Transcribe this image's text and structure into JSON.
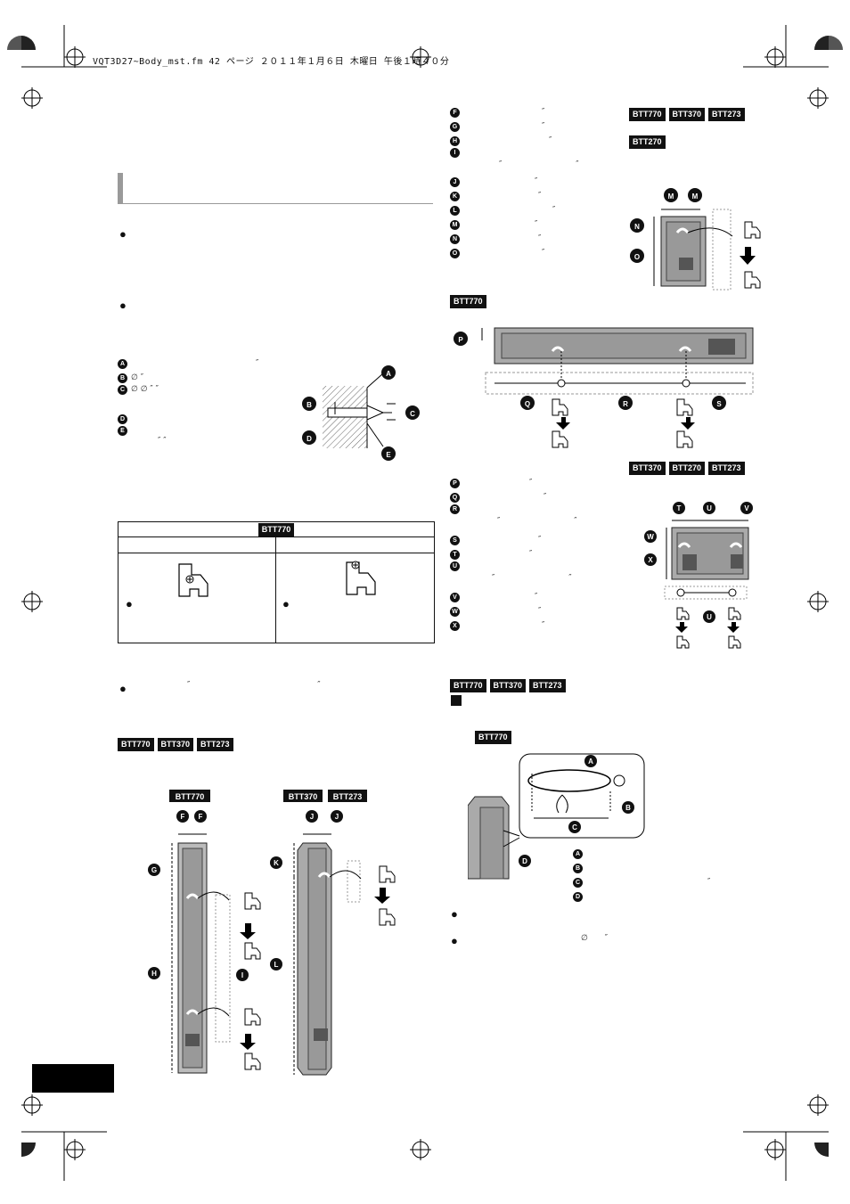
{
  "header": {
    "file_line": "VQT3D27~Body_mst.fm  42 ページ  ２０１１年１月６日  木曜日  午後１時４０分"
  },
  "model_tags": {
    "btt770": "BTT770",
    "btt370": "BTT370",
    "btt273": "BTT273",
    "btt270": "BTT270"
  },
  "screw_labels": [
    {
      "key": "A",
      "text": "″"
    },
    {
      "key": "B",
      "text": "∅  ″"
    },
    {
      "key": "C",
      "text": "∅  ∅ ″ ″"
    },
    {
      "key": "D",
      "text": ""
    },
    {
      "key": "E",
      "text": "″ ″"
    }
  ],
  "speaker_labels": [
    {
      "key": "F",
      "text": "″"
    },
    {
      "key": "G",
      "text": "″"
    },
    {
      "key": "H",
      "text": "″"
    },
    {
      "key": "I",
      "text": "″ ″"
    },
    {
      "key": "J",
      "text": "″"
    },
    {
      "key": "K",
      "text": "″"
    },
    {
      "key": "L",
      "text": "″"
    },
    {
      "key": "M",
      "text": "″"
    },
    {
      "key": "N",
      "text": "″"
    },
    {
      "key": "O",
      "text": "″"
    }
  ],
  "sub_labels": [
    {
      "key": "P",
      "text": "″"
    },
    {
      "key": "Q",
      "text": "″"
    },
    {
      "key": "R",
      "text": "″ ″"
    },
    {
      "key": "S",
      "text": "″"
    },
    {
      "key": "T",
      "text": "″"
    },
    {
      "key": "U",
      "text": "″ ″"
    },
    {
      "key": "V",
      "text": "″"
    },
    {
      "key": "W",
      "text": "″"
    },
    {
      "key": "X",
      "text": "″"
    }
  ],
  "cord_labels": [
    {
      "key": "A",
      "text": ""
    },
    {
      "key": "B",
      "text": ""
    },
    {
      "key": "C",
      "text": "″"
    },
    {
      "key": "D",
      "text": ""
    }
  ],
  "bullets": {
    "b1": "●",
    "b2": "●",
    "b3": "●",
    "b3_text": "″ ″",
    "b4": "●",
    "b5": "●",
    "b5_text": "∅  ″",
    "table_b1": "●",
    "table_b2": "●"
  },
  "diagram_letters": {
    "a": "A",
    "b": "B",
    "c": "C",
    "d": "D",
    "e": "E",
    "f": "F",
    "g": "G",
    "h": "H",
    "i": "I",
    "j": "J",
    "k": "K",
    "l": "L",
    "m": "M",
    "n": "N",
    "o": "O",
    "p": "P",
    "q": "Q",
    "r": "R",
    "s": "S",
    "t": "T",
    "u": "U",
    "v": "V",
    "w": "W",
    "x": "X"
  }
}
